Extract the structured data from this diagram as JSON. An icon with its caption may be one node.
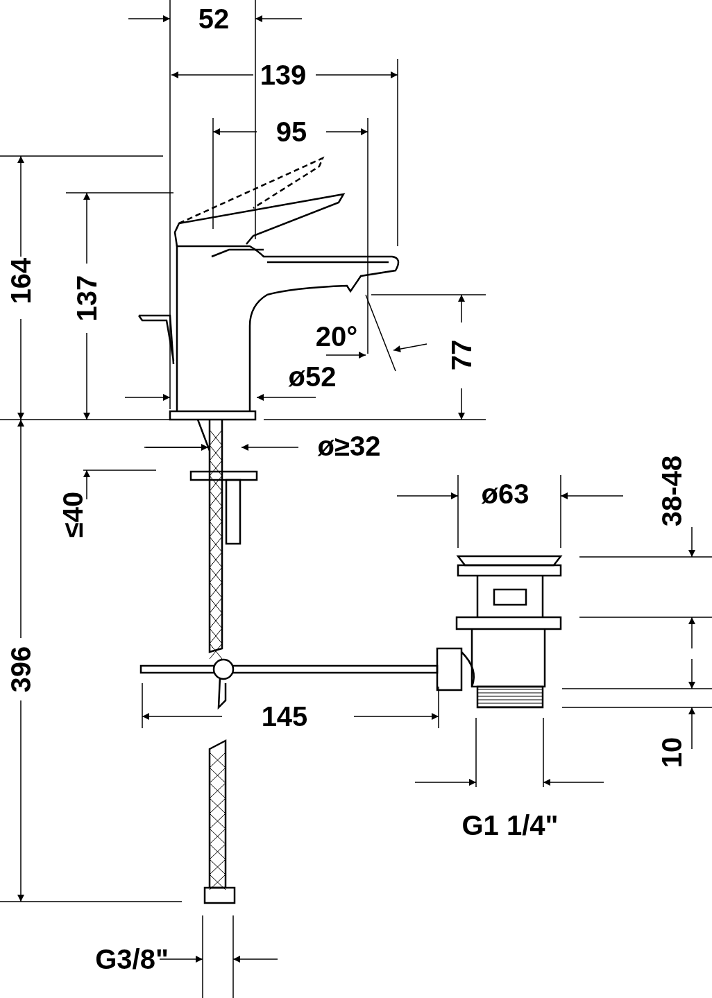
{
  "diagram": {
    "labels": [
      "52",
      "139",
      "95",
      "164",
      "137",
      "20°",
      "ø52",
      "77",
      "ø≥32",
      "≤40",
      "ø63",
      "38-48",
      "396",
      "145",
      "10",
      "G1 1/4\"",
      "G3/8\""
    ]
  }
}
